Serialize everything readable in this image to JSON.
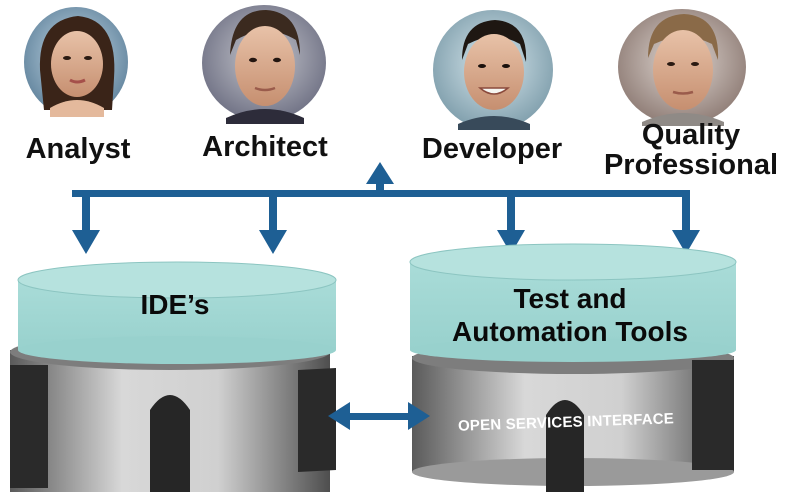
{
  "roles": [
    {
      "id": "analyst",
      "label": "Analyst"
    },
    {
      "id": "architect",
      "label": "Architect"
    },
    {
      "id": "developer",
      "label": "Developer"
    },
    {
      "id": "quality",
      "label": "Quality\nProfessional"
    }
  ],
  "platforms": {
    "ide": {
      "label": "IDE’s"
    },
    "test": {
      "label": "Test and\nAutomation Tools"
    },
    "interface_label": "OPEN  SERVICES INTERFACE"
  },
  "colors": {
    "arrow": "#1e5f94",
    "cylinder_top": "#9fd6d2",
    "cylinder_band": "#8a8a8a",
    "connector_dark": "#2a2a2a"
  }
}
